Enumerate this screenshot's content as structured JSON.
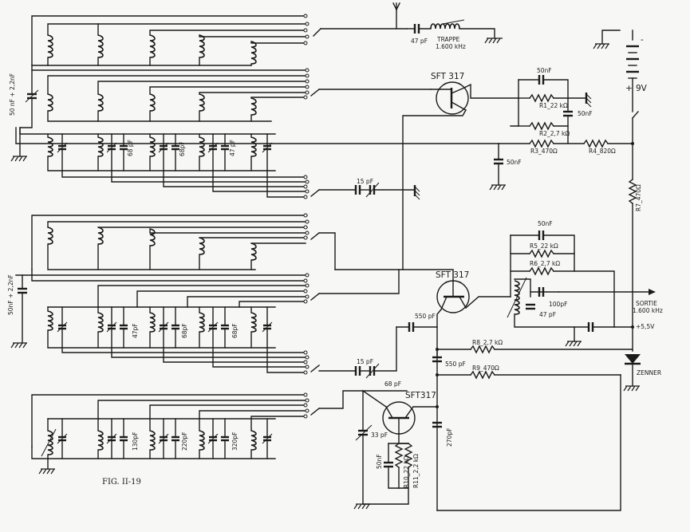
{
  "figure": {
    "caption": "FIG. II-19"
  },
  "antenna": {
    "cap": "47 pF",
    "trap_name": "TRAPPE",
    "trap_freq": "1.600 kHz"
  },
  "transistors": {
    "t1": "SFT 317",
    "t2": "SFT 317",
    "t3": "SFT317"
  },
  "resistors": {
    "r1": "R1_22 kΩ",
    "r2": "R2_2,7 kΩ",
    "r3": "R3_470Ω",
    "r4": "R4_820Ω",
    "r5": "R5_22 kΩ",
    "r6": "R6_2,7 kΩ",
    "r7": "R7_470Ω",
    "r8": "R8_2,7 kΩ",
    "r9": "R9_470Ω",
    "r10": "R10_22 kΩ",
    "r11": "R11_2,2 kΩ"
  },
  "capacitors": {
    "c_top_50nf_a": "50nF",
    "c_top_50nf_b": "50nF",
    "c_mid_50nf": "50nF",
    "c_left_1": "50 nF + 2,2nF",
    "c_left_2": "50nF + 2,2nF",
    "c_band1_a": "68 pF",
    "c_band1_b": "68pF",
    "c_band1_c": "47 pF",
    "c_trim1": "15 pF",
    "c_r5_50nf": "50nF",
    "c_band2_a": "47pF",
    "c_band2_b": "68pF",
    "c_band2_c": "68pF",
    "c_100pf": "100pF",
    "c_47pf": "47 pF",
    "c_550_a": "550 pF",
    "c_trim2": "15 pF",
    "c_550_b": "550 pF",
    "c_68pf": "68 pF",
    "c_33pf": "33 pF",
    "c_270pf": "270pF",
    "c_bot_50nf": "50nF",
    "c_band3_a": "130pF",
    "c_band3_b": "220pF",
    "c_band3_c": "320pF"
  },
  "supply": {
    "battery_minus": "-",
    "battery_plus": "+",
    "battery_voltage": "9V",
    "regulated": "+5,5V",
    "zener": "ZENNER"
  },
  "output": {
    "label": "SORTIE",
    "freq": "1.600 kHz"
  }
}
